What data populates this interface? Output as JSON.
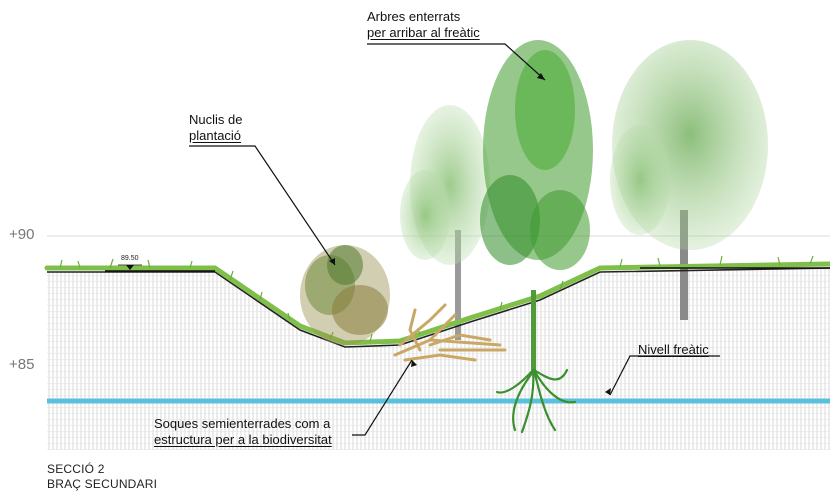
{
  "labels": {
    "buried_trees": [
      "Arbres enterrats",
      "per arribar al freàtic"
    ],
    "planting_cores": [
      "Nuclis de",
      "plantació"
    ],
    "stumps": [
      "Soques semienterrades com a",
      "estructura per a la biodiversitat"
    ],
    "water_table": "Nivell freàtic"
  },
  "elevations": {
    "plus90": "+90",
    "plus85": "+85",
    "spot_level": "89.50"
  },
  "section": {
    "title": "SECCIÓ  2",
    "subtitle": "BRAÇ SECUNDARI"
  },
  "colors": {
    "ground_grass": "#7fbf4a",
    "tree_green": "#3f9a2e",
    "faded_tree": "#9cc98b",
    "stumps": "#c9a866",
    "water_table": "#5bc0de",
    "hatch": "#c9c9c9"
  }
}
